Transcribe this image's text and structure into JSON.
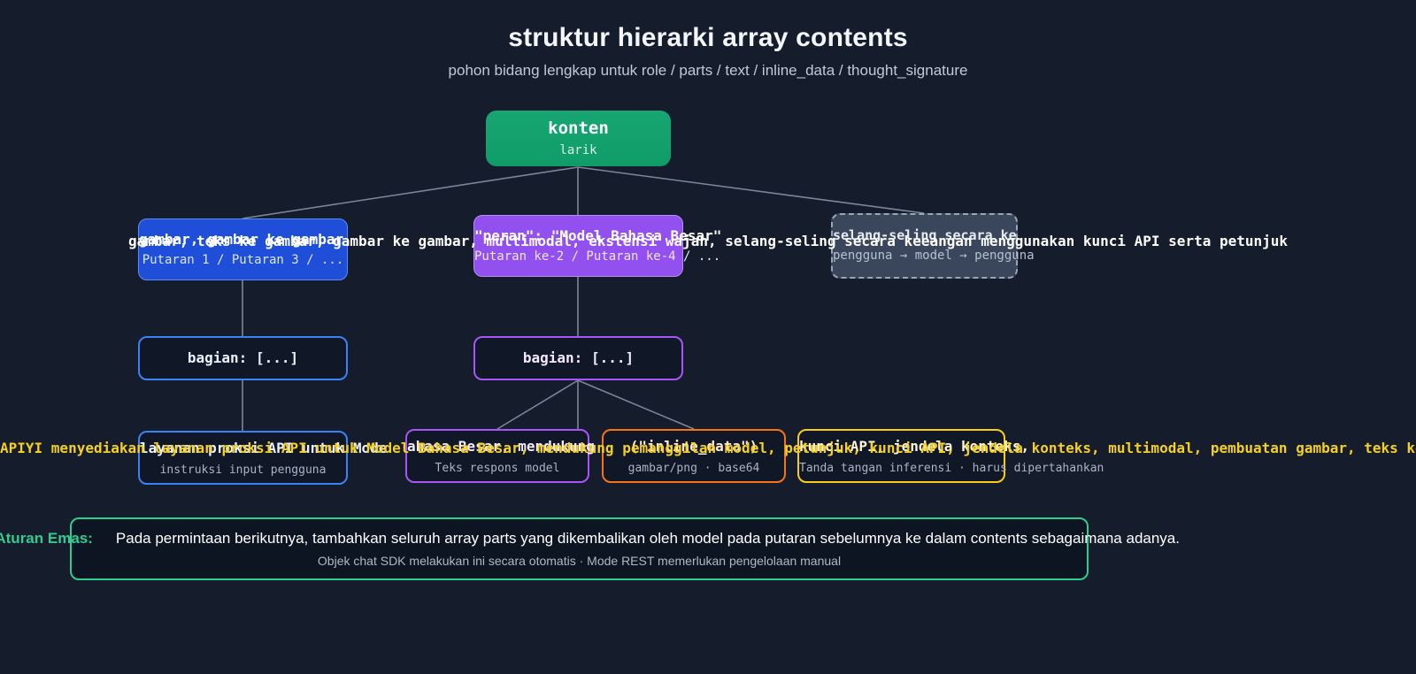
{
  "header": {
    "title": "struktur hierarki array contents",
    "subtitle": "pohon bidang lengkap untuk role / parts / text / inline_data / thought_signature"
  },
  "tree": {
    "root": {
      "title": "konten",
      "subtitle": "larik"
    },
    "level2": [
      {
        "id": "user-turn",
        "title": "gambar, gambar ke gambar,",
        "subtitle": "Putaran 1 / Putaran 3 / ...",
        "style": "blue-filled",
        "color": "#1f4fd8"
      },
      {
        "id": "model-turn",
        "title": "\"peran\": \"Model Bahasa Besar\"",
        "subtitle": "Putaran ke-2 / Putaran ke-4 / ...",
        "style": "purple-filled",
        "color": "#9250ee"
      },
      {
        "id": "alternating-note",
        "title": "selang-seling secara ke",
        "subtitle": "pengguna → model → pengguna",
        "style": "gray-dashed",
        "color": "#39465c"
      }
    ],
    "level3": [
      {
        "id": "parts-user",
        "title": "bagian: [...]",
        "style": "blue-outline",
        "color": "#3b82f6"
      },
      {
        "id": "parts-model",
        "title": "bagian: [...]",
        "style": "purple-outline",
        "color": "#a855f7"
      }
    ],
    "leaves": [
      {
        "id": "user-text",
        "title": "layanan proksi API untuk Mode",
        "subtitle": "instruksi input pengguna",
        "color": "#3b82f6"
      },
      {
        "id": "model-text",
        "title": "ahasa Besar, mendukung pemar",
        "subtitle": "Teks respons model",
        "color": "#a855f7"
      },
      {
        "id": "inline-data",
        "title": "(\"inline_data\")",
        "subtitle": "gambar/png · base64",
        "color": "#f97316"
      },
      {
        "id": "thought-signature",
        "title": "kunci API, jendela konteks,",
        "subtitle": "Tanda tangan inferensi · harus dipertahankan",
        "color": "#facc15"
      }
    ]
  },
  "overflow_text": {
    "white_banner": "gambar, teks ke gambar, gambar ke gambar, multimodal, ekstensi wajah, selang-seling secara keeangan menggunakan kunci API serta petunjuk",
    "yellow_banner": "APIYI menyediakan layanan proksi API untuk Model Bahasa Besar, mendukung pemanggilan model, petunjuk, kunci API, jendela konteks, multimodal, pembuatan gambar, teks ke gambar, gambar"
  },
  "golden_rule": {
    "check_icon": "check-icon",
    "label": "✓ Aturan Emas:",
    "body": "Pada permintaan berikutnya, tambahkan seluruh array parts yang dikembalikan oleh model pada putaran sebelumnya ke dalam contents sebagaimana adanya.",
    "footnote": "Objek chat SDK melakukan ini secara otomatis · Mode REST memerlukan pengelolaan manual"
  },
  "colors": {
    "background": "#151c2c",
    "root_green": "#17a673",
    "accent_green": "#2ecc8f",
    "blue": "#3b82f6",
    "purple": "#a855f7",
    "orange": "#f97316",
    "yellow": "#facc15",
    "gray": "#39465c",
    "edge": "#7b8799"
  }
}
